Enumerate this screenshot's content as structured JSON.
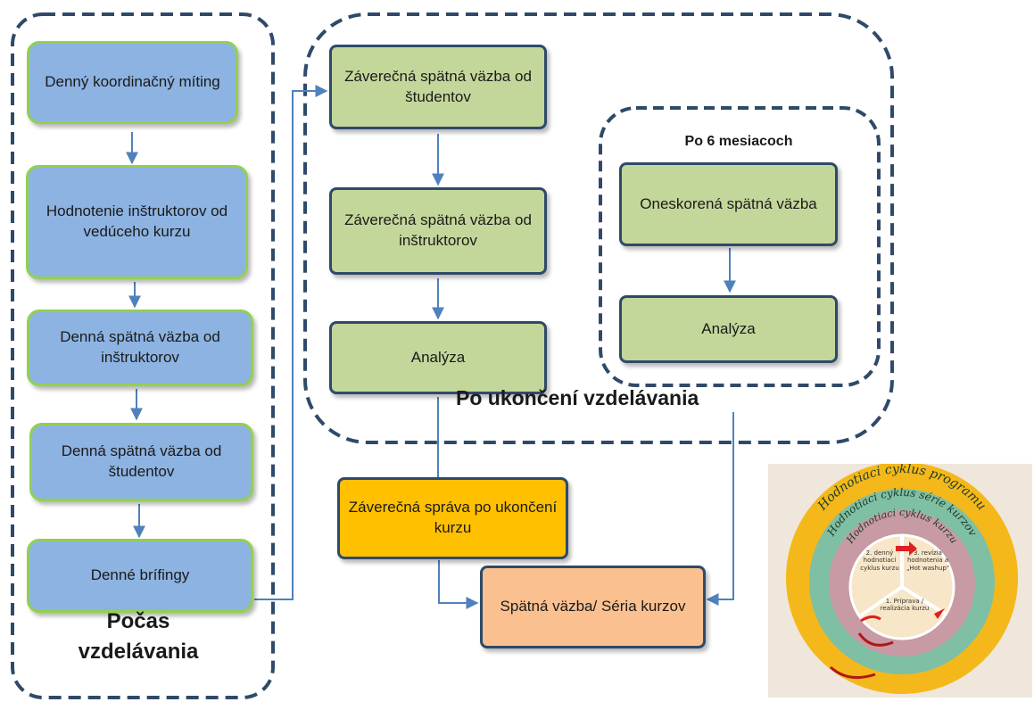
{
  "during": {
    "label": "Počas vzdelávania",
    "boxes": [
      "Denný koordinačný míting",
      "Hodnotenie inštruktorov od vedúceho kurzu",
      "Denná spätná väzba od inštruktorov",
      "Denná spätná väzba od študentov",
      "Denné brífingy"
    ]
  },
  "after": {
    "label": "Po ukončení vzdelávania",
    "boxes": [
      "Záverečná spätná väzba od študentov",
      "Záverečná spätná väzba od inštruktorov",
      "Analýza"
    ]
  },
  "six_months": {
    "label": "Po 6 mesiacoch",
    "boxes": [
      "Oneskorená spätná väzba",
      "Analýza"
    ]
  },
  "final_report": "Záverečná správa po ukončení kurzu",
  "feedback_series": "Spätná väzba/ Séria kurzov",
  "cycle_image": {
    "outer_label": "Hodnotiaci cyklus programu",
    "middle_label": "Hodnotiaci cyklus série kurzov",
    "inner_label": "Hodnotiaci cyklus kurzu",
    "segments": [
      "2. denný hodnotiaci cyklus kurzu",
      "3. revízia hodnotenia a „Hot washup\"",
      "1. Príprava / realizácia kurzu"
    ]
  },
  "colors": {
    "blue_fill": "#8db3e2",
    "blue_border": "#92d050",
    "green_fill": "#c4d79b",
    "dark_border": "#2f4a69",
    "orange_fill": "#ffc000",
    "salmon_fill": "#fac090",
    "arrow": "#4f81bd"
  }
}
